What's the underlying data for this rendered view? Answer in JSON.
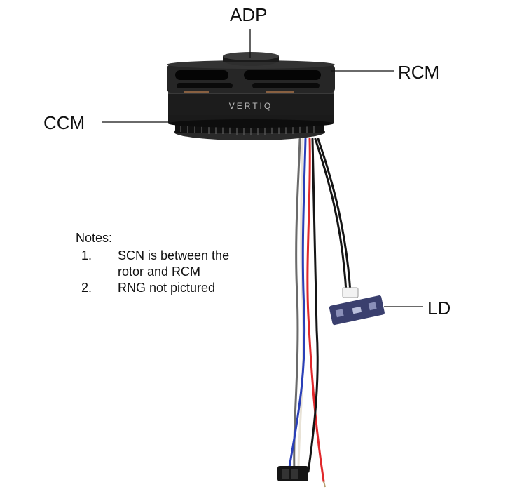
{
  "labels": {
    "adp": "ADP",
    "rcm": "RCM",
    "ccm": "CCM",
    "ld": "LD"
  },
  "brand_text": "VERTIQ",
  "notes": {
    "heading": "Notes:",
    "items": [
      {
        "num": "1.",
        "text": "SCN is between the rotor and RCM"
      },
      {
        "num": "2.",
        "text": "RNG not pictured"
      }
    ]
  },
  "colors": {
    "motor_body": "#1c1c1c",
    "wire_red": "#e0282b",
    "wire_blue": "#2a3fb8",
    "wire_black": "#151515",
    "wire_white": "#e8e2d6",
    "wire_gray": "#6b6b6b",
    "board": "#3a3f6e"
  }
}
